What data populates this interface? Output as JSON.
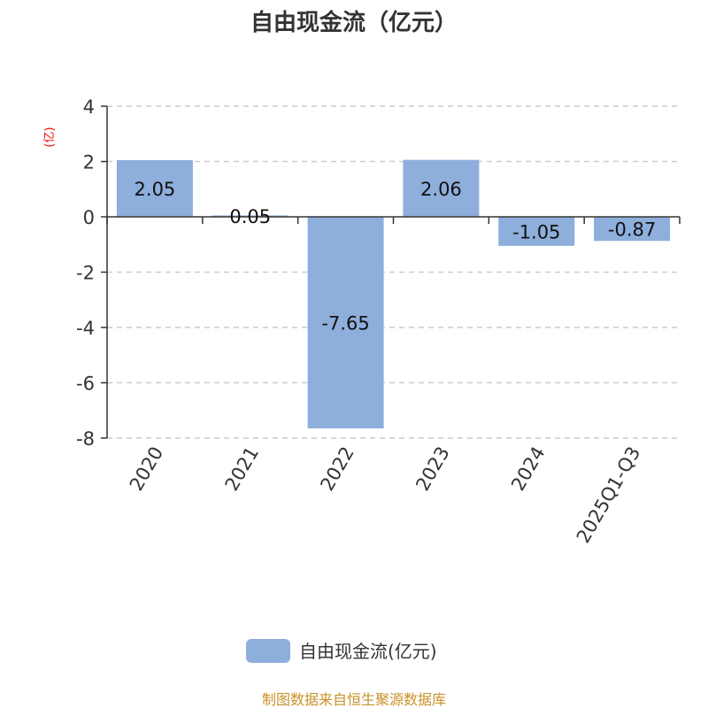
{
  "chart_data": {
    "type": "bar",
    "title": "自由现金流（亿元）",
    "ylabel": "(亿)",
    "xlabel": "",
    "categories": [
      "2020",
      "2021",
      "2022",
      "2023",
      "2024",
      "2025Q1-Q3"
    ],
    "series": [
      {
        "name": "自由现金流(亿元)",
        "values": [
          2.05,
          0.05,
          -7.65,
          2.06,
          -1.05,
          -0.87
        ]
      }
    ],
    "data_labels": [
      "2.05",
      "0.05",
      "-7.65",
      "2.06",
      "-1.05",
      "-0.87"
    ],
    "ylim": [
      -8,
      4
    ],
    "yticks": [
      4,
      2,
      0,
      -2,
      -4,
      -6,
      -8
    ],
    "ytick_labels": [
      "4",
      "2",
      "0",
      "-2",
      "-4",
      "-6",
      "-8"
    ],
    "grid": true,
    "legend_position": "bottom",
    "bar_color": "#8eaedb",
    "ylabel_color": "#ff0000"
  },
  "footer": {
    "source": "制图数据来自恒生聚源数据库",
    "color": "#c8922a"
  }
}
